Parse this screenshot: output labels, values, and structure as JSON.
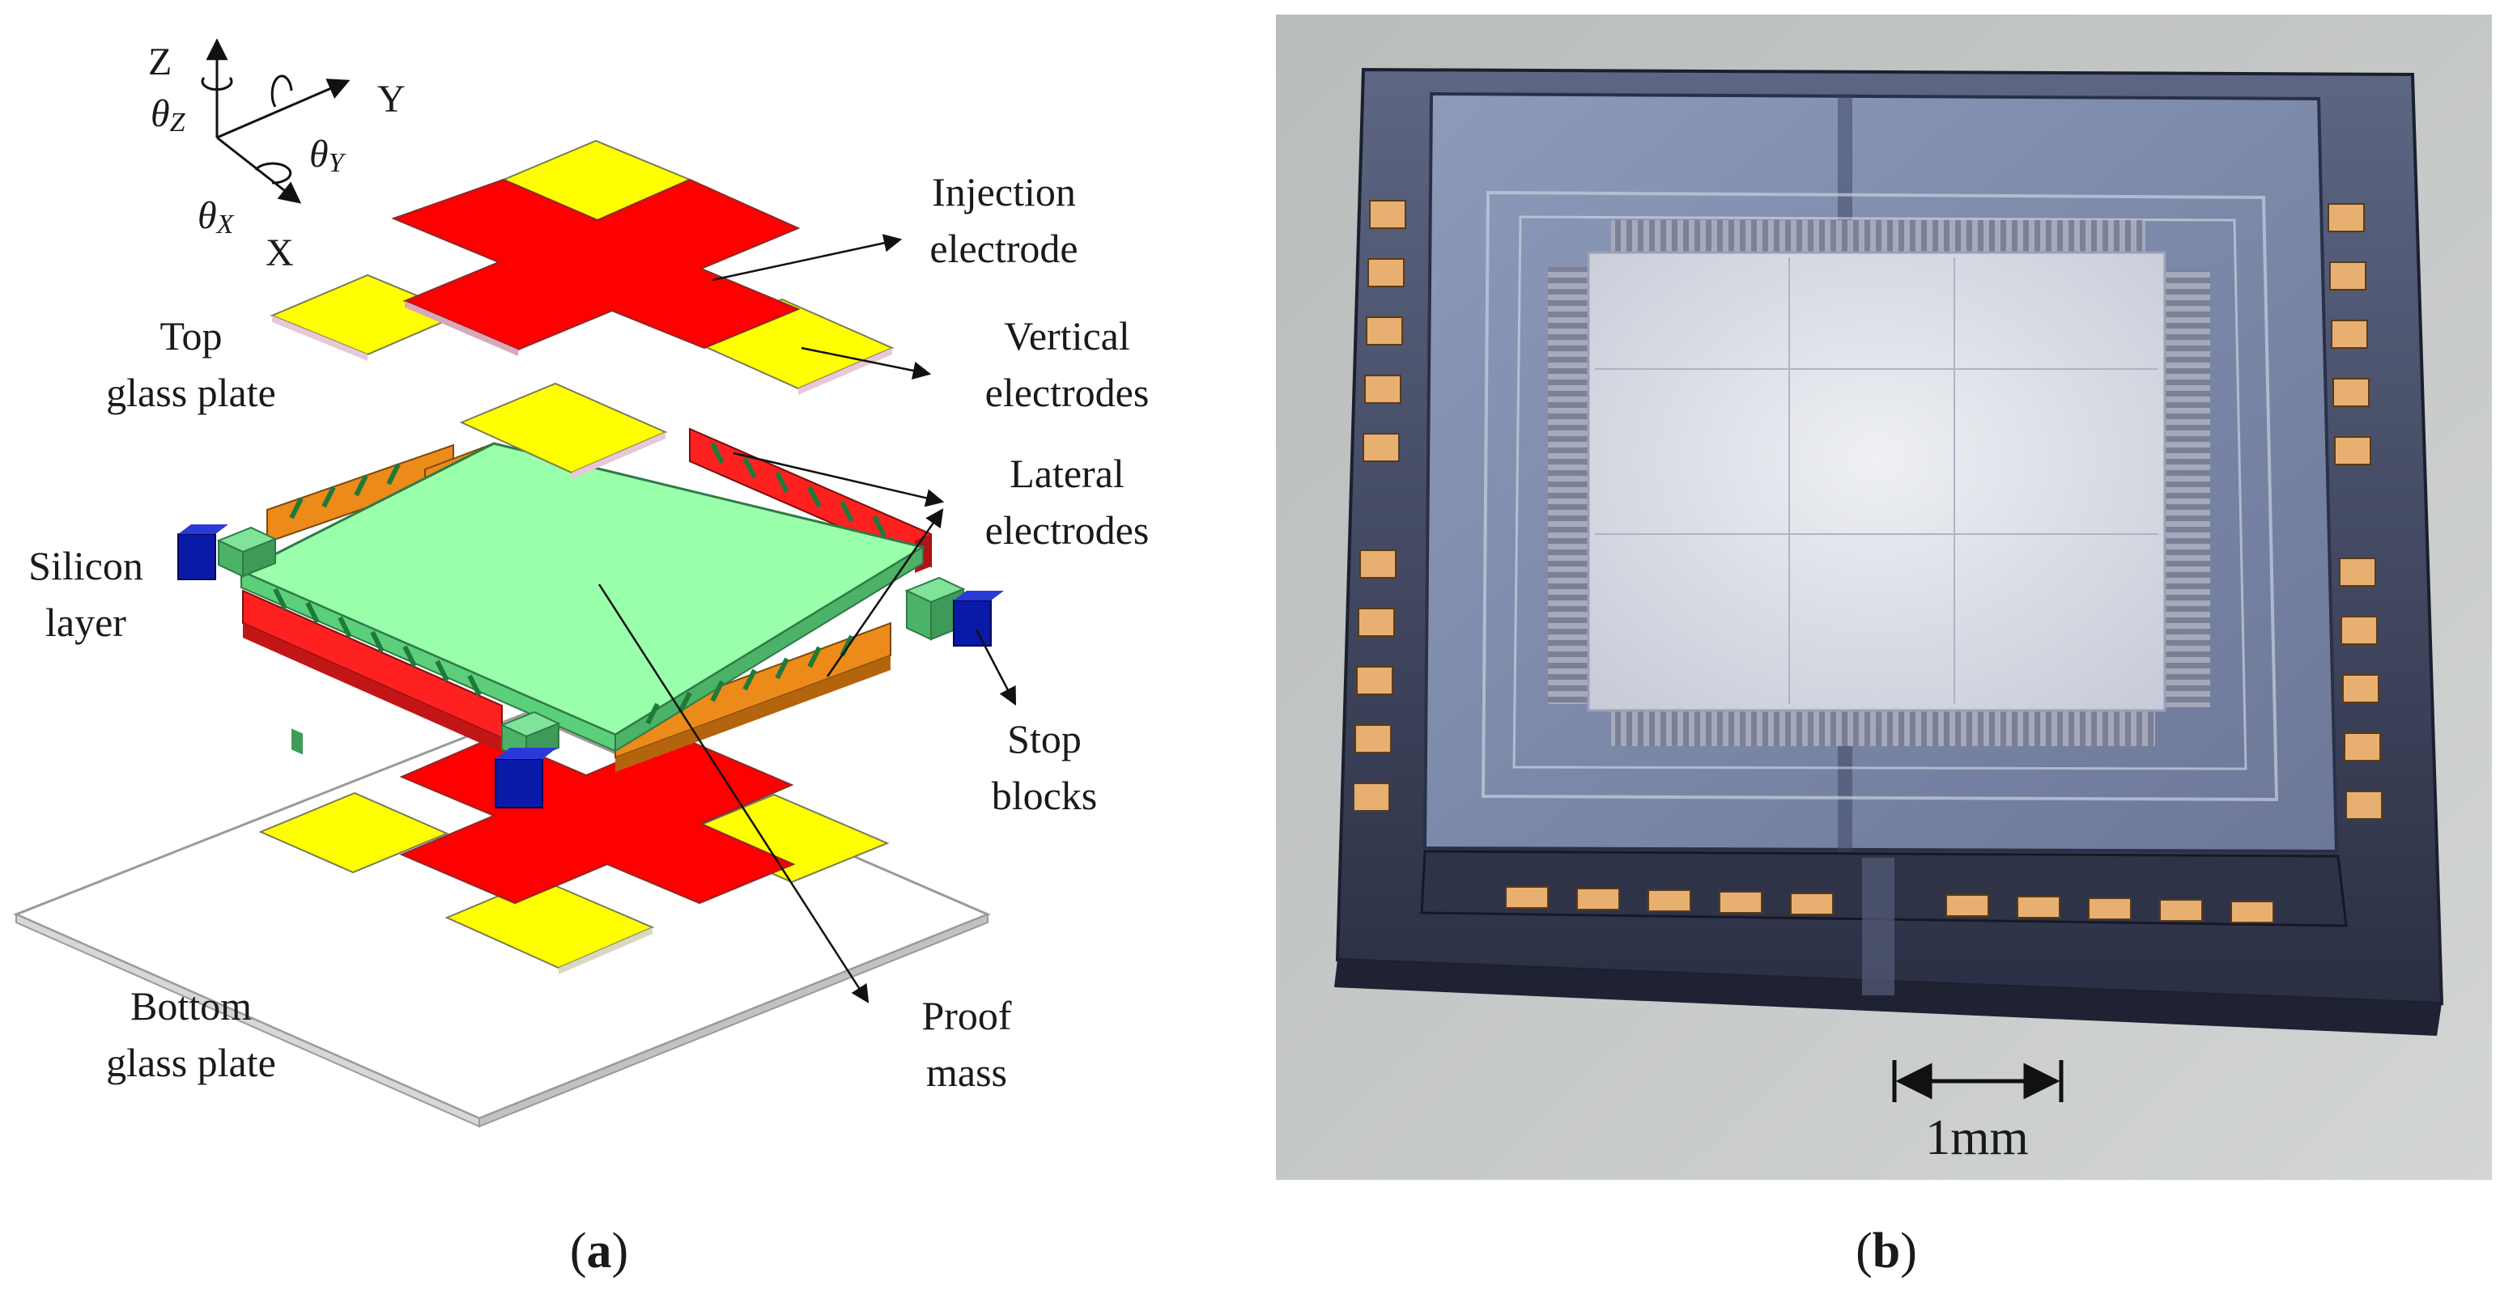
{
  "panel_a": {
    "axes": {
      "z": "Z",
      "y": "Y",
      "x": "X",
      "theta": "θ",
      "theta_z_sub": "Z",
      "theta_y_sub": "Y",
      "theta_x_sub": "X"
    },
    "labels": {
      "injection_1": "Injection",
      "injection_2": "electrode",
      "vertical_1": "Vertical",
      "vertical_2": "electrodes",
      "top_plate_1": "Top",
      "top_plate_2": "glass plate",
      "lateral_1": "Lateral",
      "lateral_2": "electrodes",
      "silicon_1": "Silicon",
      "silicon_2": "layer",
      "stop_1": "Stop",
      "stop_2": "blocks",
      "bottom_plate_1": "Bottom",
      "bottom_plate_2": "glass plate",
      "proof_1": "Proof",
      "proof_2": "mass"
    },
    "caption": {
      "open": "(",
      "letter": "a",
      "close": ")"
    },
    "colors": {
      "injection": "#ff0000",
      "vertical": "#ffff00",
      "proof_mass": "#99ffaa",
      "comb": "#e07a0a",
      "stop_block": "#0a1aa8"
    }
  },
  "panel_b": {
    "scale_label": "1mm",
    "caption": {
      "open": "(",
      "letter": "b",
      "close": ")"
    }
  }
}
